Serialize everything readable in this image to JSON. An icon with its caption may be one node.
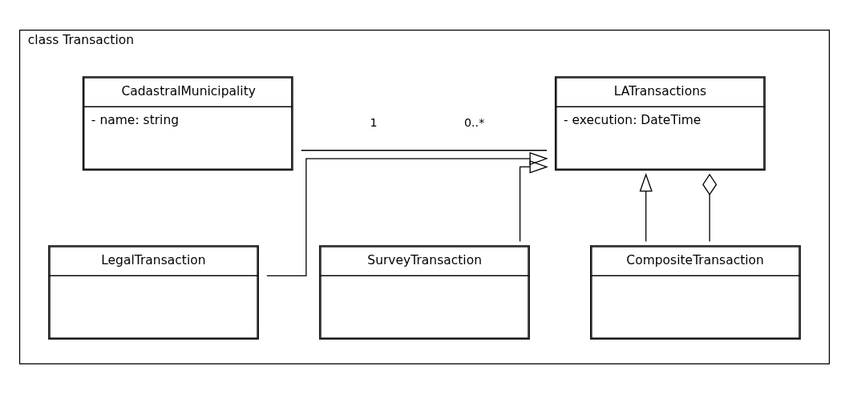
{
  "diagram": {
    "nodes": [
      {
        "text": [
          "class Transaction"
        ]
      },
      {
        "text": [
          "CadastralMunicipality",
          "- name: string"
        ],
        "in": 0
      },
      {
        "text": [
          "LATransactions",
          "- execution: DateTime"
        ],
        "in": 0
      },
      {
        "text": [
          "LegalTransaction"
        ],
        "in": 0
      },
      {
        "text": [
          "SurveyTransaction"
        ],
        "in": 0
      },
      {
        "text": [
          "CompositeTransaction"
        ],
        "in": 0
      }
    ],
    "edges": [
      {
        "from": 1,
        "to": 2,
        "arrow": "none"
      },
      {
        "from": 3,
        "to": 2,
        "arrow": "to"
      },
      {
        "from": 4,
        "to": 2,
        "arrow": "to"
      },
      {
        "from": 5,
        "to": 2,
        "arrow": "to"
      },
      {
        "from": 5,
        "to": 2,
        "arrow": "other"
      }
    ],
    "labels": [
      "1",
      "0..*"
    ]
  }
}
